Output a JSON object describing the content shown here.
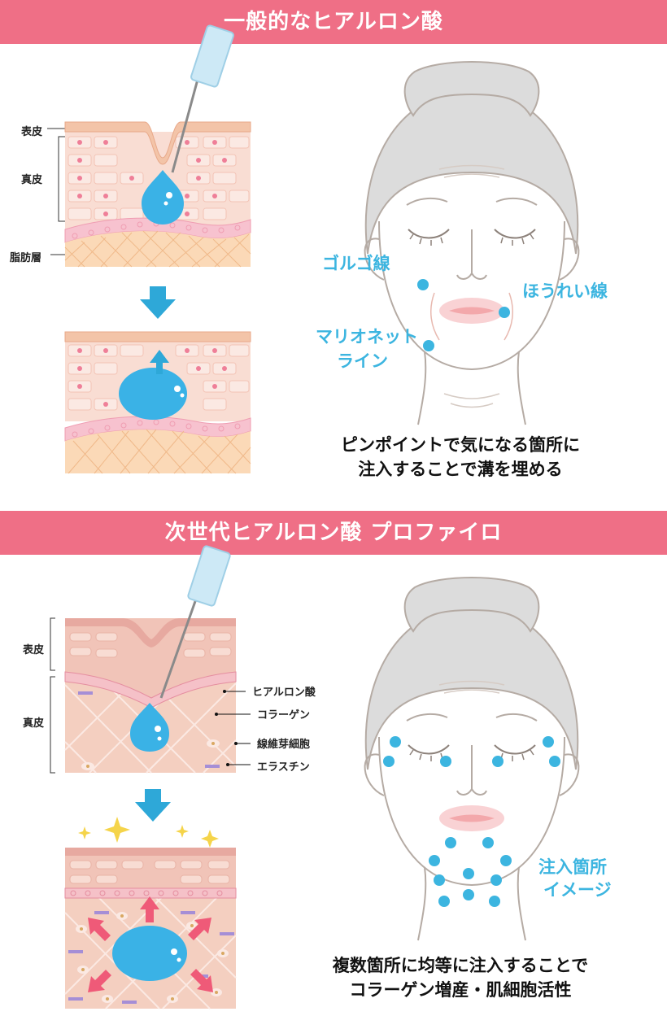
{
  "section1": {
    "title": "一般的なヒアルロン酸",
    "layers": {
      "epidermis": "表皮",
      "dermis": "真皮",
      "fat": "脂肪層"
    },
    "face_points": {
      "golgo": "ゴルゴ線",
      "nasolabial": "ほうれい線",
      "marionette_1": "マリオネット",
      "marionette_2": "ライン"
    },
    "caption_1": "ピンポイントで気になる箇所に",
    "caption_2": "注入することで溝を埋める"
  },
  "section2": {
    "title": "次世代ヒアルロン酸 プロファイロ",
    "layers": {
      "epidermis": "表皮",
      "dermis": "真皮"
    },
    "legend": [
      "ヒアルロン酸",
      "コラーゲン",
      "線維芽細胞",
      "エラスチン"
    ],
    "face_label_1": "注入箇所",
    "face_label_2": "イメージ",
    "caption_1": "複数箇所に均等に注入することで",
    "caption_2": "コラーゲン増産・肌細胞活性"
  },
  "colors": {
    "banner": "#ef6f86",
    "accent_blue": "#3cb5e0",
    "skin": "#f6d3c6",
    "cell": "#fbe6df",
    "dot": "#ef7f98",
    "arrow": "#2ea8d8",
    "pink_arrow": "#ef5a78"
  },
  "icons": [
    "syringe-icon",
    "down-arrow-icon",
    "up-arrow-icon",
    "sparkle-icon",
    "outward-arrows-icon"
  ]
}
